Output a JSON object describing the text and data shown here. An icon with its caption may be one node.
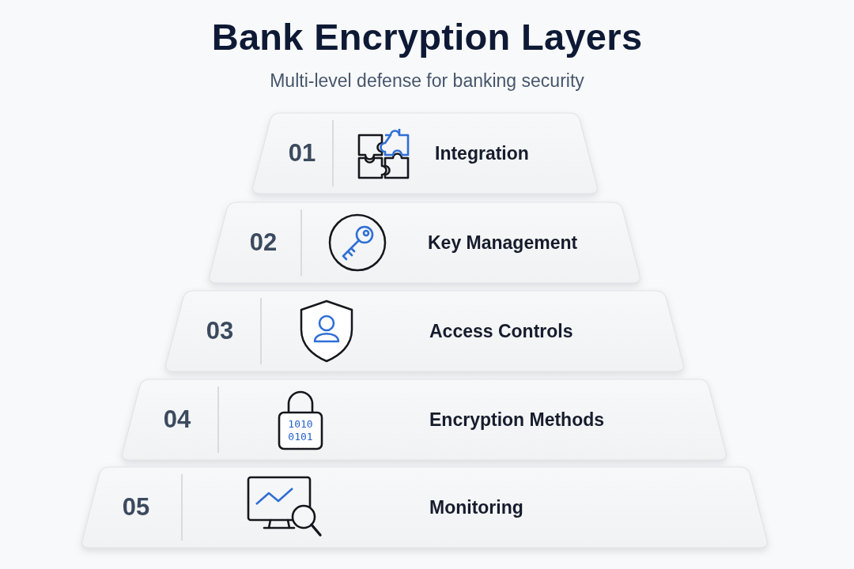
{
  "diagram": {
    "title": "Bank Encryption Layers",
    "nodes": [
      {
        "text": [
          "01",
          "Integration"
        ]
      },
      {
        "text": [
          "02",
          "Key Management"
        ]
      },
      {
        "text": [
          "03",
          "Access Controls"
        ]
      },
      {
        "text": [
          "04",
          "1010 0101",
          "Encryption Methods"
        ]
      },
      {
        "text": [
          "05",
          "Monitoring"
        ]
      }
    ],
    "labels": [
      "Multi-level defense for banking security"
    ]
  }
}
